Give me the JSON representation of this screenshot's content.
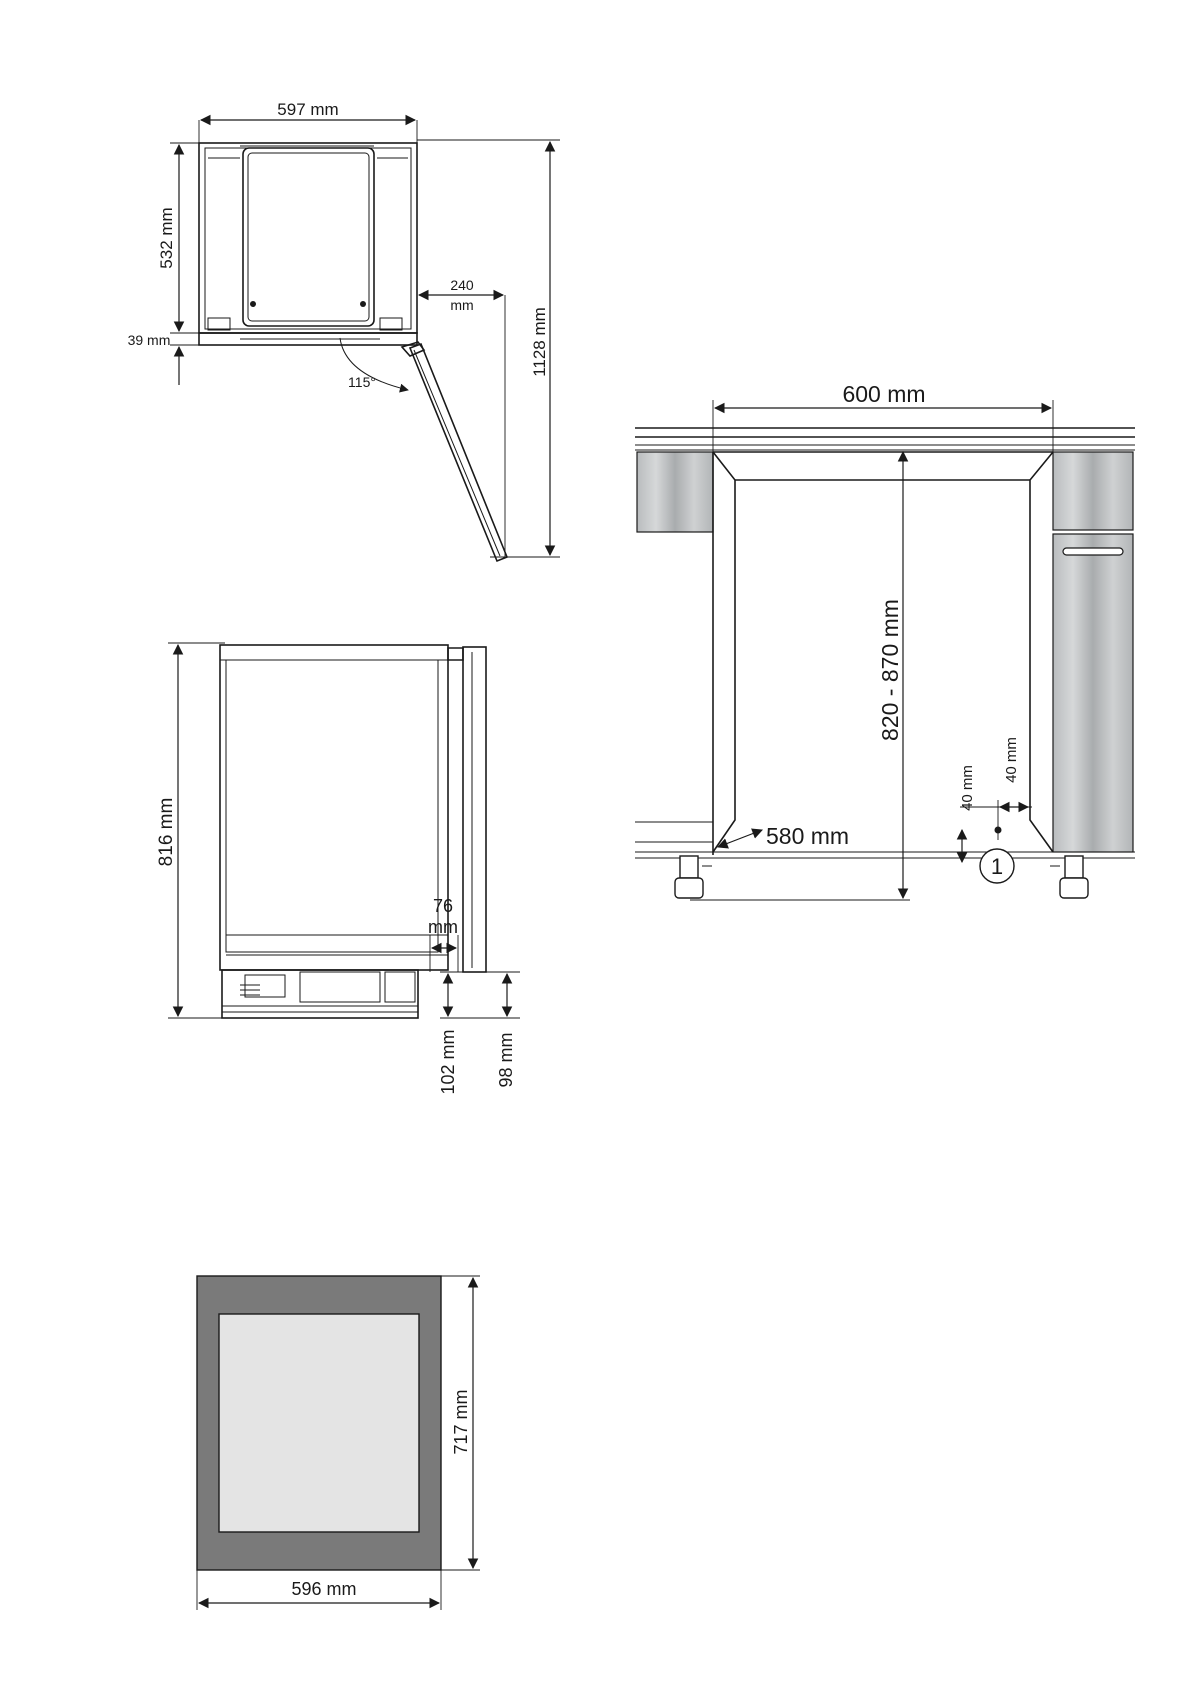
{
  "top_view": {
    "width": "597 mm",
    "depth": "532 mm",
    "front_offset": "39 mm",
    "hinge_clearance_value": "240",
    "hinge_clearance_unit": "mm",
    "door_angle": "115°",
    "total_depth_open": "1128 mm"
  },
  "side_view": {
    "height": "816 mm",
    "plinth_depth_value": "76",
    "plinth_depth_unit": "mm",
    "plinth_height_a": "102 mm",
    "plinth_height_b": "98 mm"
  },
  "niche_view": {
    "width": "600 mm",
    "height": "820 - 870 mm",
    "depth": "580 mm",
    "vent_offset_x": "40 mm",
    "vent_offset_y": "40 mm",
    "marker": "1"
  },
  "door_panel": {
    "width": "596 mm",
    "height": "717 mm",
    "frame_color": "#7a7a7a",
    "panel_color": "#e4e4e4"
  }
}
